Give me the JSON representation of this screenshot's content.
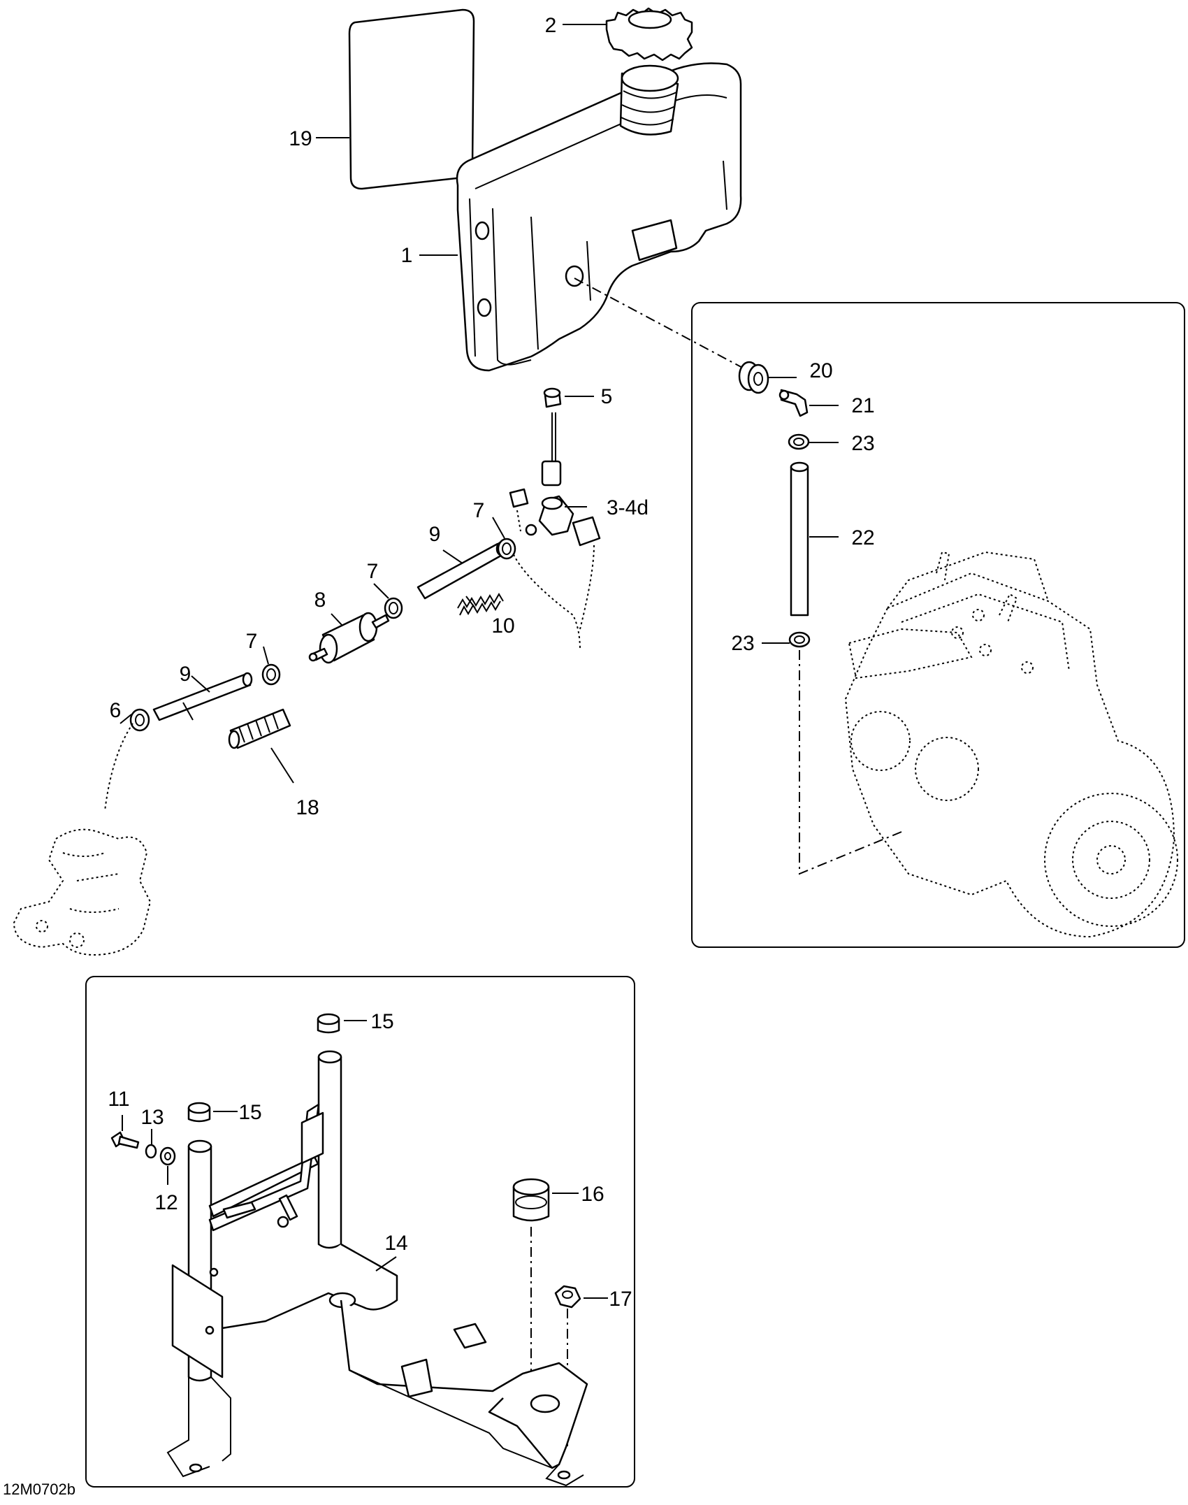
{
  "figure_code": "12M0702b",
  "callouts": [
    {
      "id": "c1",
      "label": "1"
    },
    {
      "id": "c2",
      "label": "2"
    },
    {
      "id": "c3-4d",
      "label": "3-4d"
    },
    {
      "id": "c5",
      "label": "5"
    },
    {
      "id": "c6",
      "label": "6"
    },
    {
      "id": "c7a",
      "label": "7"
    },
    {
      "id": "c7b",
      "label": "7"
    },
    {
      "id": "c7c",
      "label": "7"
    },
    {
      "id": "c8",
      "label": "8"
    },
    {
      "id": "c9a",
      "label": "9"
    },
    {
      "id": "c9b",
      "label": "9"
    },
    {
      "id": "c10",
      "label": "10"
    },
    {
      "id": "c11",
      "label": "11"
    },
    {
      "id": "c12",
      "label": "12"
    },
    {
      "id": "c13",
      "label": "13"
    },
    {
      "id": "c14",
      "label": "14"
    },
    {
      "id": "c15a",
      "label": "15"
    },
    {
      "id": "c15b",
      "label": "15"
    },
    {
      "id": "c16",
      "label": "16"
    },
    {
      "id": "c17",
      "label": "17"
    },
    {
      "id": "c18",
      "label": "18"
    },
    {
      "id": "c19",
      "label": "19"
    },
    {
      "id": "c20",
      "label": "20"
    },
    {
      "id": "c21",
      "label": "21"
    },
    {
      "id": "c22",
      "label": "22"
    },
    {
      "id": "c23a",
      "label": "23"
    },
    {
      "id": "c23b",
      "label": "23"
    }
  ]
}
